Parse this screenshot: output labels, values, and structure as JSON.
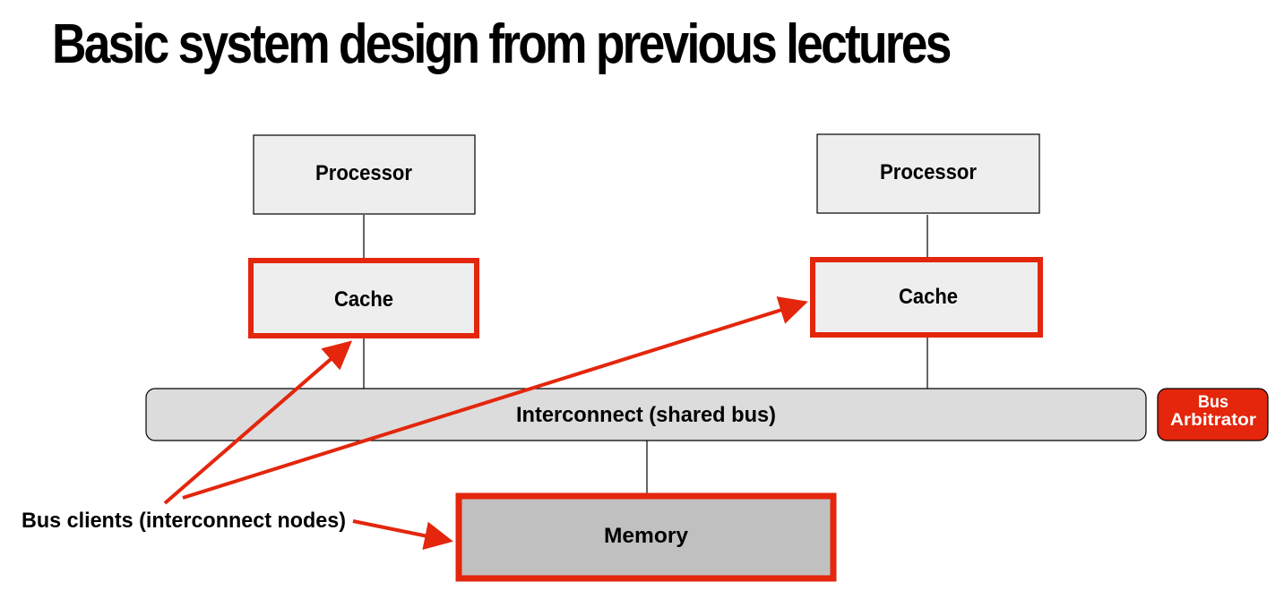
{
  "title": "Basic system design from previous lectures",
  "diagram": {
    "processor_left": "Processor",
    "processor_right": "Processor",
    "cache_left": "Cache",
    "cache_right": "Cache",
    "interconnect": "Interconnect (shared bus)",
    "arbitrator_line1": "Bus",
    "arbitrator_line2": "Arbitrator",
    "memory": "Memory",
    "clients_label": "Bus clients (interconnect nodes)"
  },
  "colors": {
    "highlight": "#e3260c",
    "box_fill": "#eeeeee",
    "bus_fill": "#dcdcdc",
    "memory_fill": "#c0c0c0",
    "arbitrator_fill": "#e3260c"
  }
}
